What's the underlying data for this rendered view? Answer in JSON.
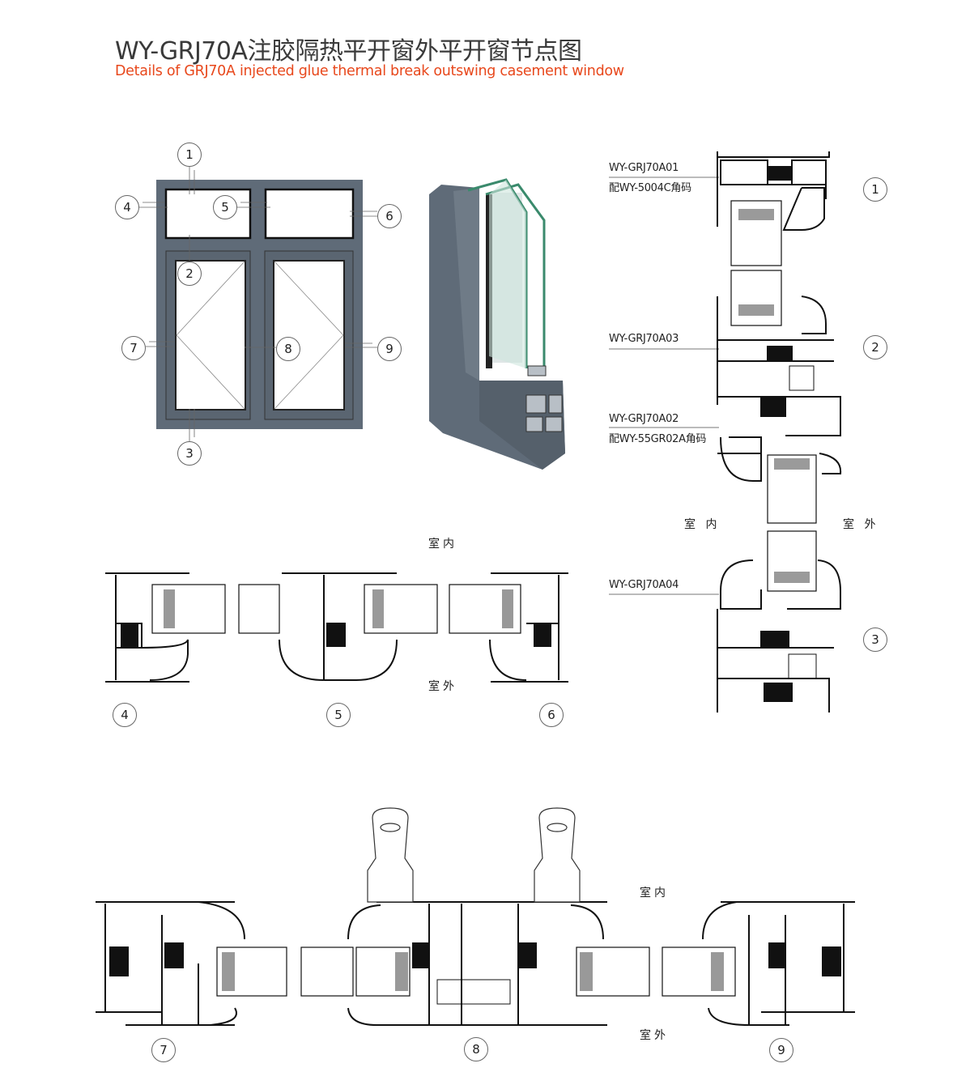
{
  "header": {
    "title": "WY-GRJ70A注胶隔热平开窗外平开窗节点图",
    "subtitle": "Details of GRJ70A injected glue thermal break outswing casement window"
  },
  "colors": {
    "frame": "#5f6b78",
    "accent": "#e8481c",
    "glass": "#bfe0d4"
  },
  "elevation": {
    "callouts": [
      "1",
      "2",
      "3",
      "4",
      "5",
      "6",
      "7",
      "8",
      "9"
    ]
  },
  "vertical_section": {
    "profiles": [
      {
        "code": "WY-GRJ70A01",
        "note": "配WY-5004C角码"
      },
      {
        "code": "WY-GRJ70A03",
        "note": ""
      },
      {
        "code": "WY-GRJ70A02",
        "note": "配WY-55GR02A角码"
      },
      {
        "code": "WY-GRJ70A04",
        "note": ""
      }
    ],
    "callouts": [
      "1",
      "2",
      "3"
    ],
    "indoor": "室 内",
    "outdoor": "室 外"
  },
  "transom_section": {
    "callouts": [
      "4",
      "5",
      "6"
    ],
    "indoor": "室内",
    "outdoor": "室外"
  },
  "sash_section": {
    "callouts": [
      "7",
      "8",
      "9"
    ],
    "indoor": "室内",
    "outdoor": "室外"
  }
}
